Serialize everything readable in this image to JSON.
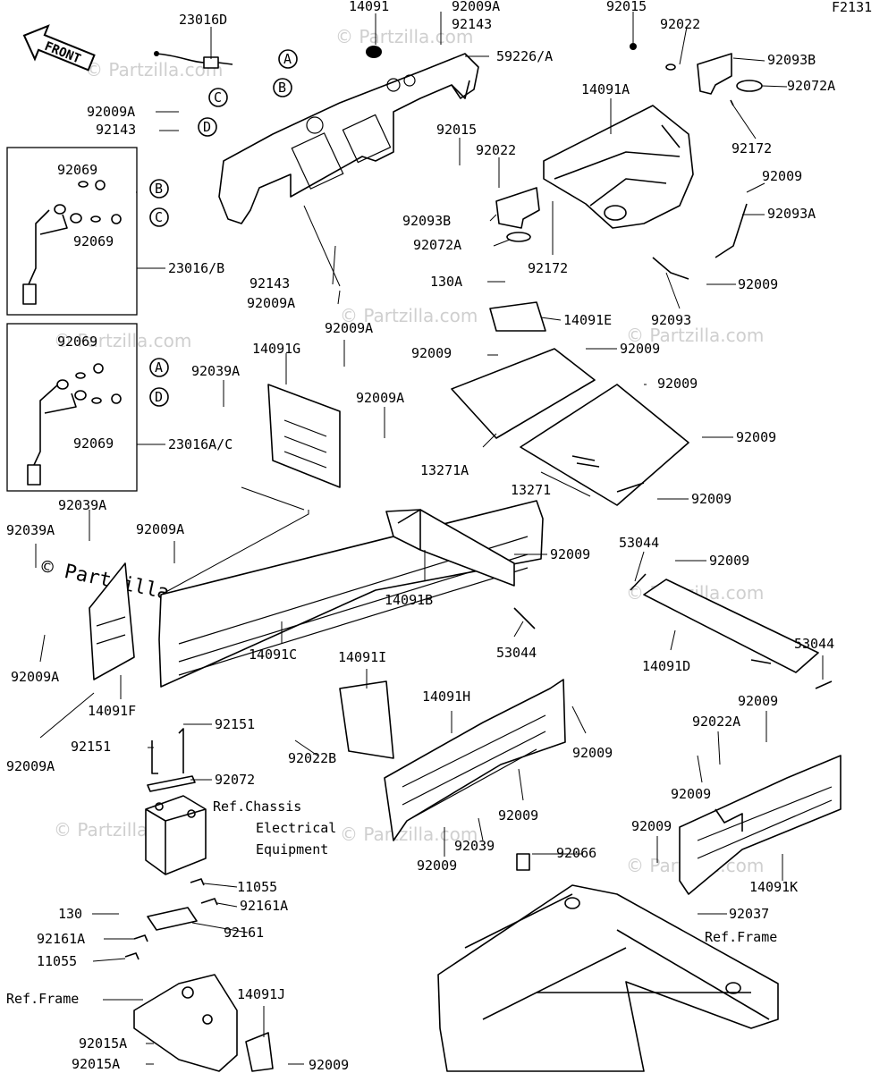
{
  "diagram_code": "F2131",
  "front_label": "FRONT",
  "watermark": "© Partzilla.com",
  "callouts": [
    "A",
    "B",
    "C",
    "D"
  ],
  "labels": {
    "p23016D": "23016D",
    "p14091": "14091",
    "p92009A_top": "92009A",
    "p92143_top": "92143",
    "p59226A": "59226/A",
    "p92015_tr": "92015",
    "p92022_tr": "92022",
    "p92093B_tr": "92093B",
    "p92072A_tr": "92072A",
    "p14091A": "14091A",
    "p92172_tr": "92172",
    "p92009A_l": "92009A",
    "p92143_l": "92143",
    "p92015_m": "92015",
    "p92022_m": "92022",
    "p92009_r1": "92009",
    "p92093B_m": "92093B",
    "p92072A_m": "92072A",
    "p92172_m": "92172",
    "p92093A": "92093A",
    "p92069_1": "92069",
    "p92069_2": "92069",
    "p23016B": "23016/B",
    "p92143_mid": "92143",
    "p92009A_mid": "92009A",
    "p130A": "130A",
    "p92009_r2": "92009",
    "p92093": "92093",
    "p14091E": "14091E",
    "p92069_3": "92069",
    "p92069_4": "92069",
    "p23016AC": "23016A/C",
    "p14091G": "14091G",
    "p92009A_g": "92009A",
    "p92039A_g": "92039A",
    "p92009A_g2": "92009A",
    "p92009_e1": "92009",
    "p92009_e2": "92009",
    "p92009_e3": "92009",
    "p92009_e4": "92009",
    "p13271A": "13271A",
    "p13271": "13271",
    "p92009_e5": "92009",
    "p92039A_l1": "92039A",
    "p92039A_l2": "92039A",
    "p92009A_c": "92009A",
    "p92009_b": "92009",
    "p14091B": "14091B",
    "p53044_b": "53044",
    "p53044_d1": "53044",
    "p92009_d": "92009",
    "p53044_d2": "53044",
    "p14091C": "14091C",
    "p14091D": "14091D",
    "p92009A_f1": "92009A",
    "p14091F": "14091F",
    "p92009A_f2": "92009A",
    "p14091I": "14091I",
    "p14091H": "14091H",
    "p92009_h1": "92009",
    "p92009_k1": "92009",
    "p92022A": "92022A",
    "p92151_1": "92151",
    "p92151_2": "92151",
    "p92072": "92072",
    "p92022B": "92022B",
    "p92009_h2": "92009",
    "p92009_k2": "92009",
    "p92009_k3": "92009",
    "p92039": "92039",
    "p92009_h3": "92009",
    "p92066": "92066",
    "p14091K": "14091K",
    "p11055_1": "11055",
    "p92161A_1": "92161A",
    "p92037": "92037",
    "p92161": "92161",
    "p130": "130",
    "p92161A_2": "92161A",
    "p11055_2": "11055",
    "p14091J": "14091J",
    "p92015A_1": "92015A",
    "p92015A_2": "92015A",
    "p92009_j": "92009"
  },
  "references": {
    "chassis_line1": "Ref.Chassis",
    "chassis_line2": "Electrical",
    "chassis_line3": "Equipment",
    "frame_left": "Ref.Frame",
    "frame_right": "Ref.Frame"
  }
}
